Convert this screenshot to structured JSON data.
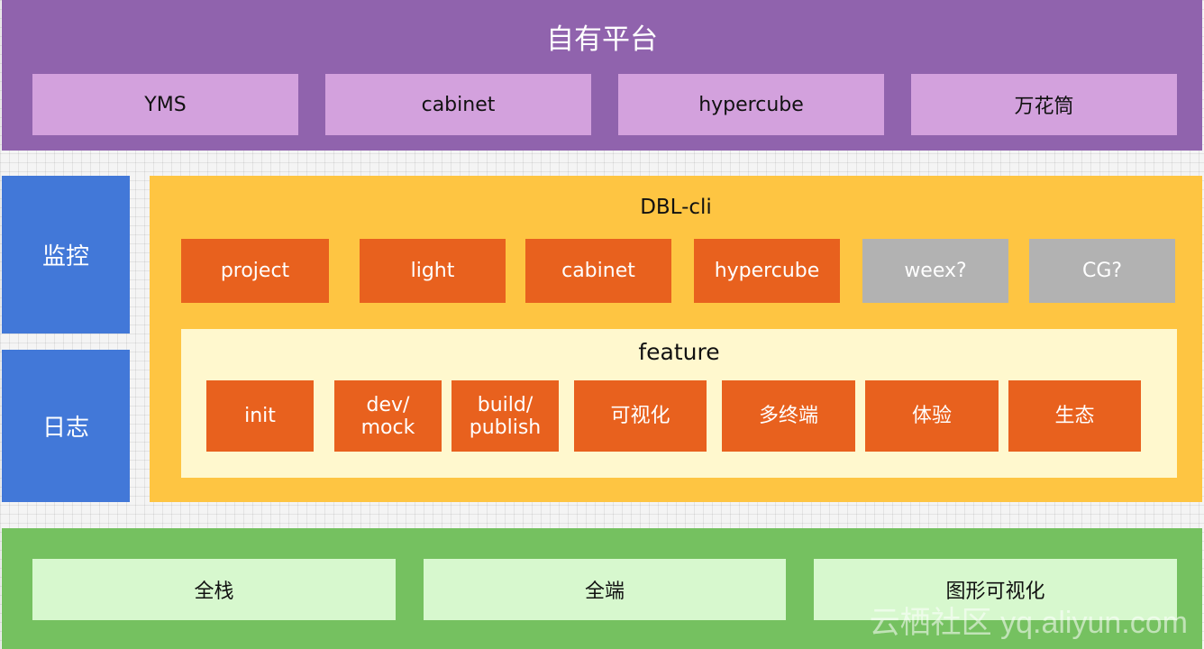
{
  "platform": {
    "title": "自有平台",
    "items": [
      "YMS",
      "cabinet",
      "hypercube",
      "万花筒"
    ]
  },
  "sidebar": {
    "monitor": "监控",
    "log": "日志"
  },
  "cli": {
    "title": "DBL-cli",
    "items": [
      "project",
      "light",
      "cabinet",
      "hypercube",
      "weex?",
      "CG?"
    ],
    "feature": {
      "title": "feature",
      "items": [
        "init",
        "dev/\nmock",
        "build/\npublish",
        "可视化",
        "多终端",
        "体验",
        "生态"
      ]
    }
  },
  "foundation": {
    "items": [
      "全栈",
      "全端",
      "图形可视化"
    ]
  },
  "watermark": "云栖社区 yq.aliyun.com",
  "colors": {
    "platform": "#9063ad",
    "platform_item": "#d3a1dd",
    "side": "#4278d8",
    "cli": "#fec542",
    "orange": "#e8611e",
    "gray": "#b2b2b2",
    "feature": "#fff8ce",
    "foundation": "#75c160",
    "foundation_item": "#d7f8ce"
  }
}
